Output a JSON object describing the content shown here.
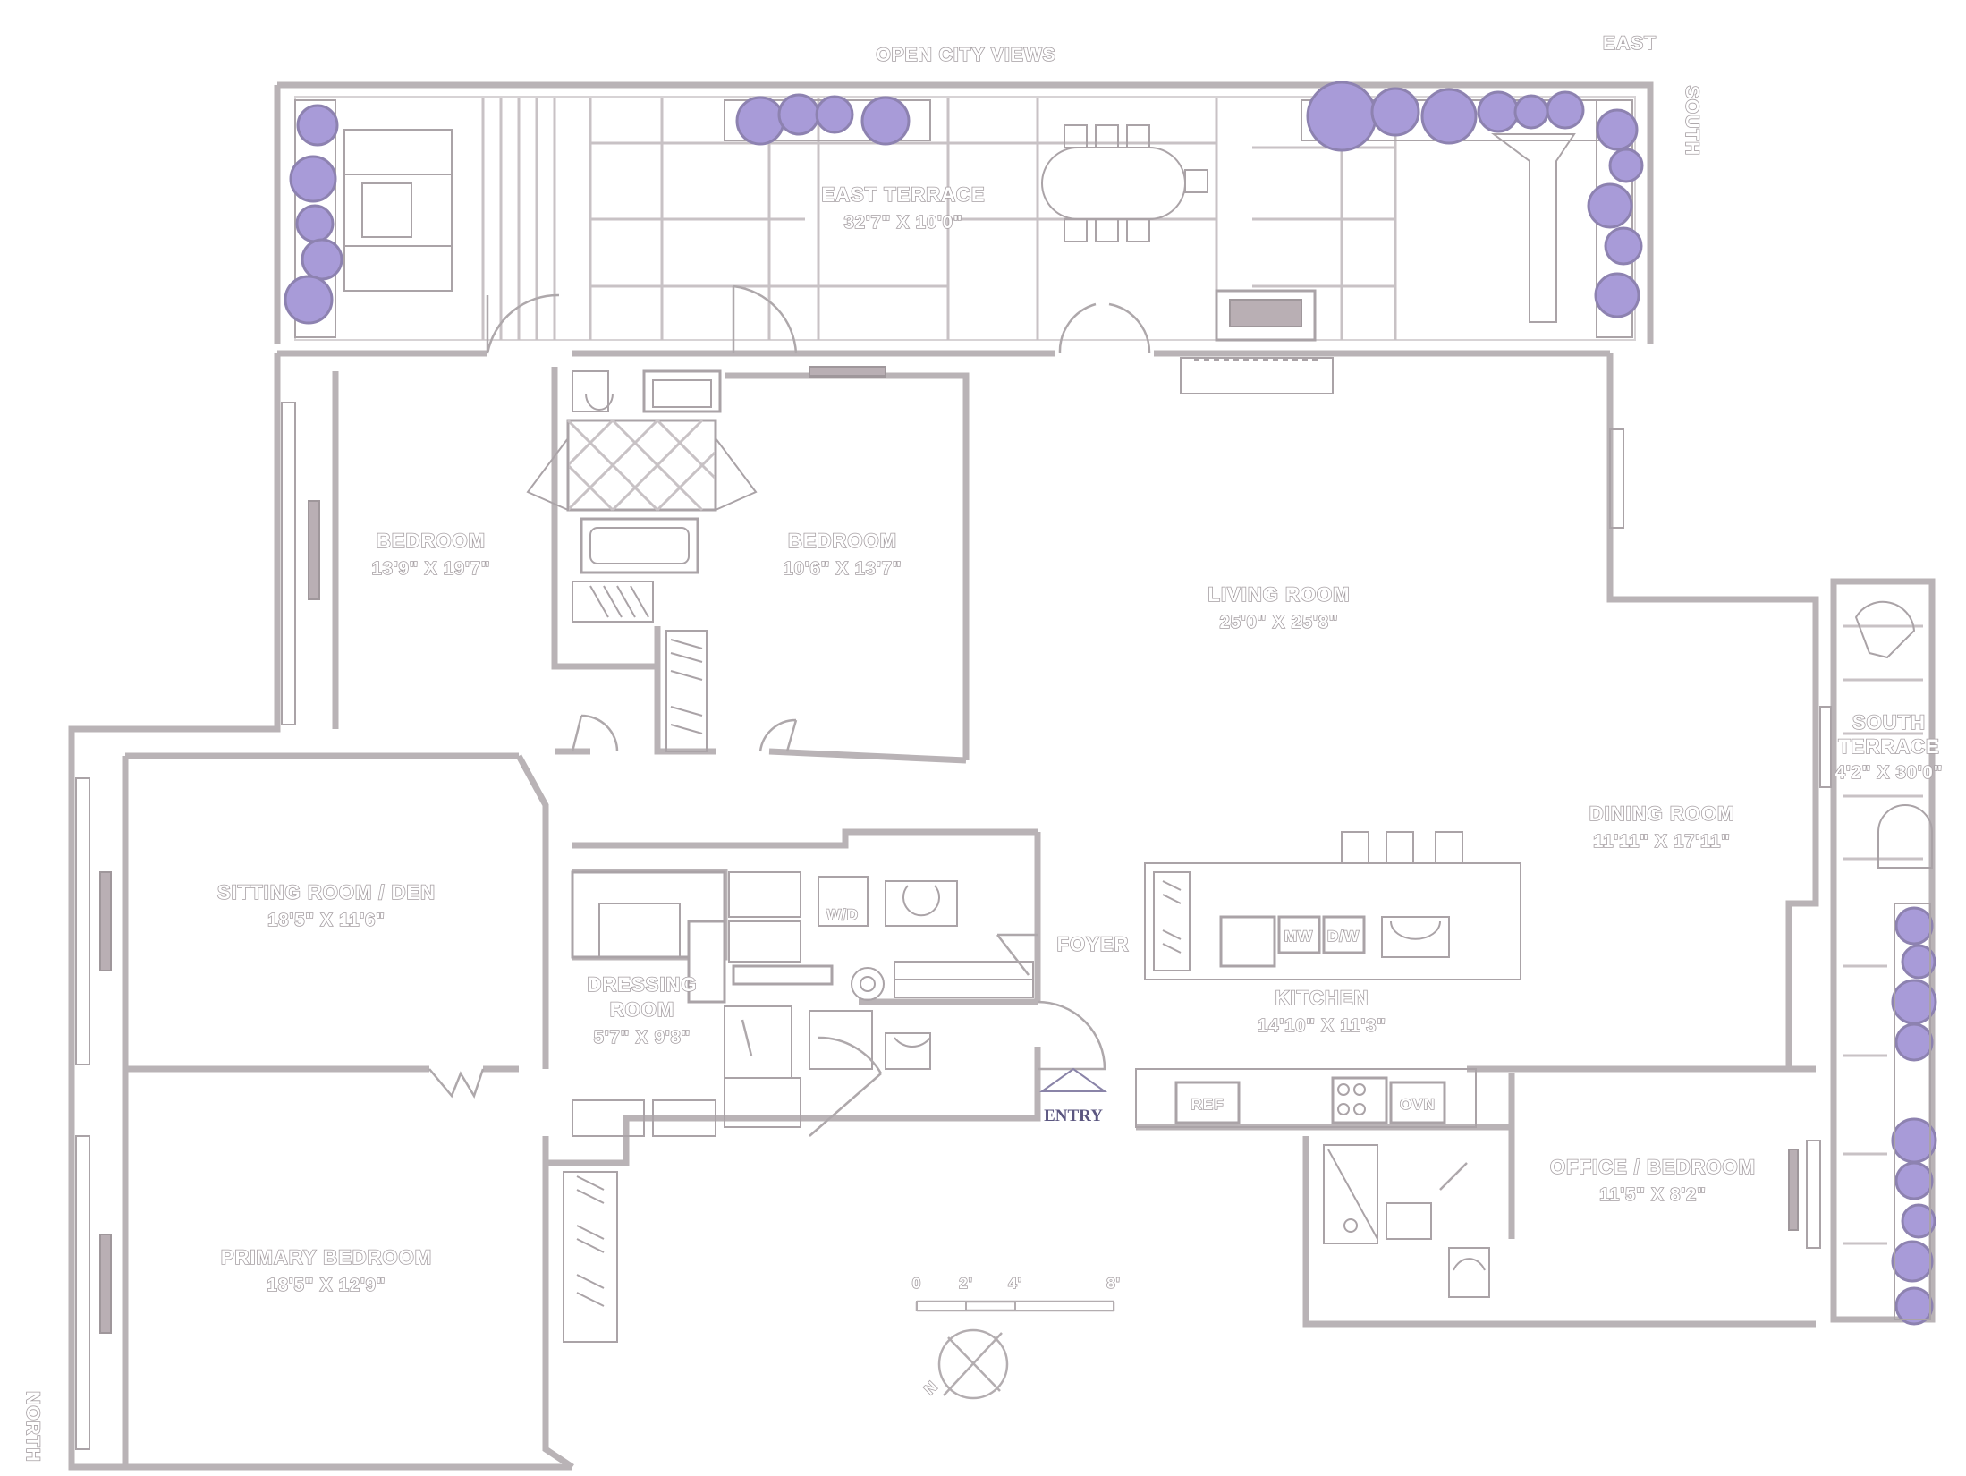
{
  "directions": {
    "top": "OPEN CITY VIEWS",
    "east": "EAST",
    "south": "SOUTH",
    "north": "NORTH"
  },
  "rooms": {
    "east_terrace": {
      "name": "EAST TERRACE",
      "dims": "32'7\" X 10'0\""
    },
    "bedroom_1": {
      "name": "BEDROOM",
      "dims": "13'9\" X 19'7\""
    },
    "bedroom_2": {
      "name": "BEDROOM",
      "dims": "10'6\" X 13'7\""
    },
    "living_room": {
      "name": "LIVING ROOM",
      "dims": "25'0\" X 25'8\""
    },
    "south_terrace": {
      "name_line1": "SOUTH",
      "name_line2": "TERRACE",
      "dims": "4'2\" X 30'0\""
    },
    "dining_room": {
      "name": "DINING ROOM",
      "dims": "11'11\" X 17'11\""
    },
    "sitting_room": {
      "name": "SITTING ROOM / DEN",
      "dims": "18'5\" X 11'6\""
    },
    "dressing_room": {
      "name_line1": "DRESSING",
      "name_line2": "ROOM",
      "dims": "5'7\" X 9'8\""
    },
    "foyer": {
      "name": "FOYER"
    },
    "kitchen": {
      "name": "KITCHEN",
      "dims": "14'10\" X 11'3\""
    },
    "office": {
      "name": "OFFICE / BEDROOM",
      "dims": "11'5\" X 8'2\""
    },
    "primary_bedroom": {
      "name": "PRIMARY BEDROOM",
      "dims": "18'5\" X 12'9\""
    }
  },
  "entry_label": "ENTRY",
  "appliances": {
    "washer_dryer": "W/D",
    "microwave": "MW",
    "dishwasher": "D/W",
    "refrigerator": "REF",
    "oven": "OVN"
  },
  "scale": {
    "ticks": [
      "0",
      "2'",
      "4'",
      "8'"
    ]
  },
  "compass_label": "N",
  "colors": {
    "walls": "#b9b3b6",
    "planters": "#a89bd8",
    "labels_outline": "#a59ea2",
    "entry_text": "#5b5680"
  }
}
